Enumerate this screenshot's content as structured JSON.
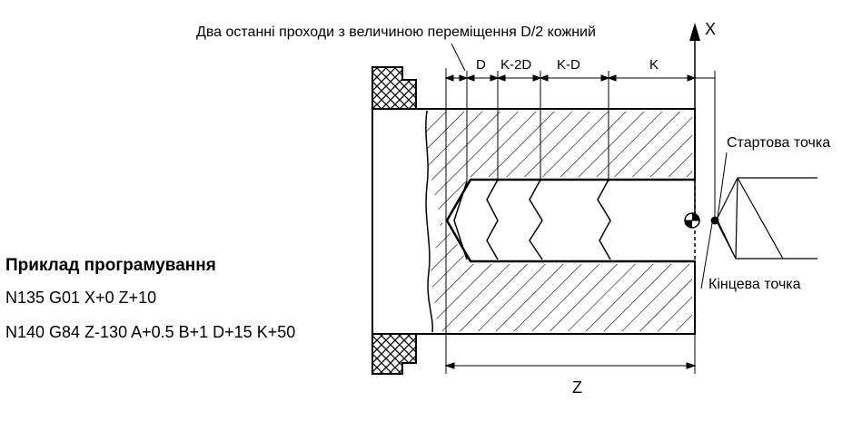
{
  "annotation_top": "Два останні проходи з величиною переміщення D/2 кожний",
  "axis_x_label": "X",
  "axis_z_label": "Z",
  "dimensions": {
    "d": "D",
    "k_minus_2d": "K-2D",
    "k_minus_d": "K-D",
    "k": "K"
  },
  "start_point_label": "Стартова точка",
  "end_point_label": "Кінцева точка",
  "program": {
    "title": "Приклад програмування",
    "lines": [
      "N135 G01 X+0 Z+10",
      "N140 G84 Z-130 A+0.5 B+1 D+15 K+50"
    ]
  },
  "colors": {
    "ink": "#000000",
    "background": "#ffffff"
  }
}
